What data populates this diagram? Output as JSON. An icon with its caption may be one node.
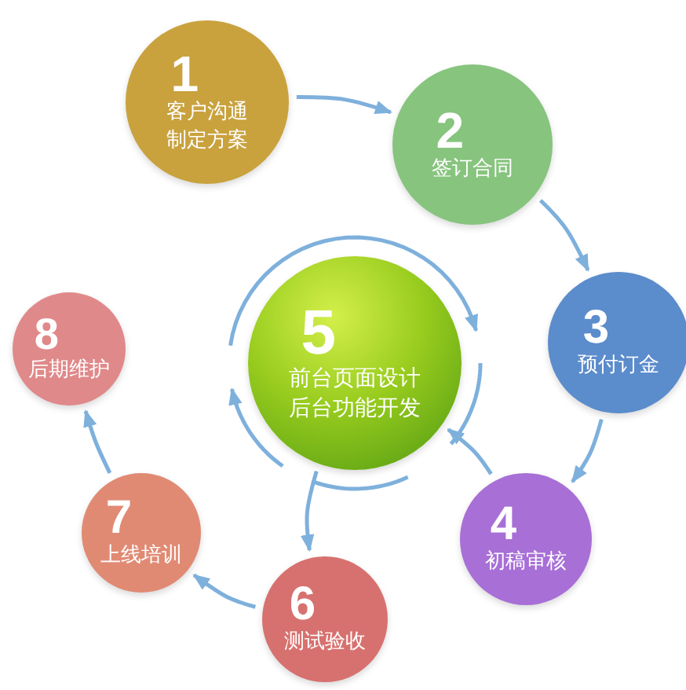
{
  "diagram": {
    "nodes": [
      {
        "text": [
          "1",
          "客户沟通制定方案"
        ]
      },
      {
        "text": [
          "2",
          "签订合同"
        ]
      },
      {
        "text": [
          "3",
          "预付订金"
        ]
      },
      {
        "text": [
          "4",
          "初稿审核"
        ]
      },
      {
        "text": [
          "5",
          "前台页面设计后台功能开发"
        ]
      },
      {
        "text": [
          "6",
          "测试验收"
        ]
      },
      {
        "text": [
          "7",
          "上线培训"
        ]
      },
      {
        "text": [
          "8",
          "后期维护"
        ]
      }
    ],
    "edges": [
      {
        "from": 0,
        "to": 1,
        "arrow": "to"
      },
      {
        "from": 1,
        "to": 2,
        "arrow": "to"
      },
      {
        "from": 2,
        "to": 3,
        "arrow": "to"
      },
      {
        "from": 3,
        "to": 4,
        "arrow": "to"
      },
      {
        "from": 4,
        "to": 5,
        "arrow": "to"
      },
      {
        "from": 5,
        "to": 6,
        "arrow": "to"
      },
      {
        "from": 6,
        "to": 7,
        "arrow": "to"
      }
    ]
  }
}
